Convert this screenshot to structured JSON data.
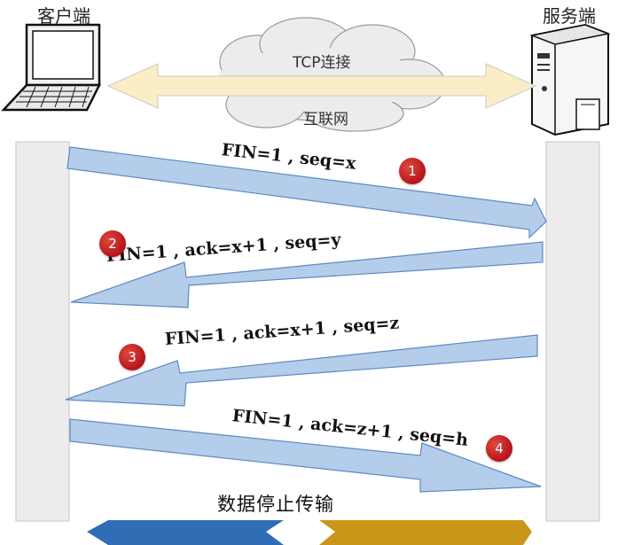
{
  "header": {
    "client_label": "客户端",
    "server_label": "服务端"
  },
  "connection": {
    "top_label": "TCP连接",
    "bottom_label": "互联网"
  },
  "messages": [
    {
      "step": "1",
      "text": "FIN=1 , seq=x"
    },
    {
      "step": "2",
      "text": "FIN=1 , ack=x+1 , seq=y"
    },
    {
      "step": "3",
      "text": "FIN=1 , ack=x+1 , seq=z"
    },
    {
      "step": "4",
      "text": "FIN=1 , ack=z+1 , seq=h"
    }
  ],
  "footer": {
    "caption": "数据停止传输"
  },
  "colors": {
    "arrow_fill": "#b4cdea",
    "arrow_stroke": "#5f89c2",
    "badge": "#c0171f",
    "left_bar": "#2f6db5",
    "right_bar": "#c9961a"
  }
}
